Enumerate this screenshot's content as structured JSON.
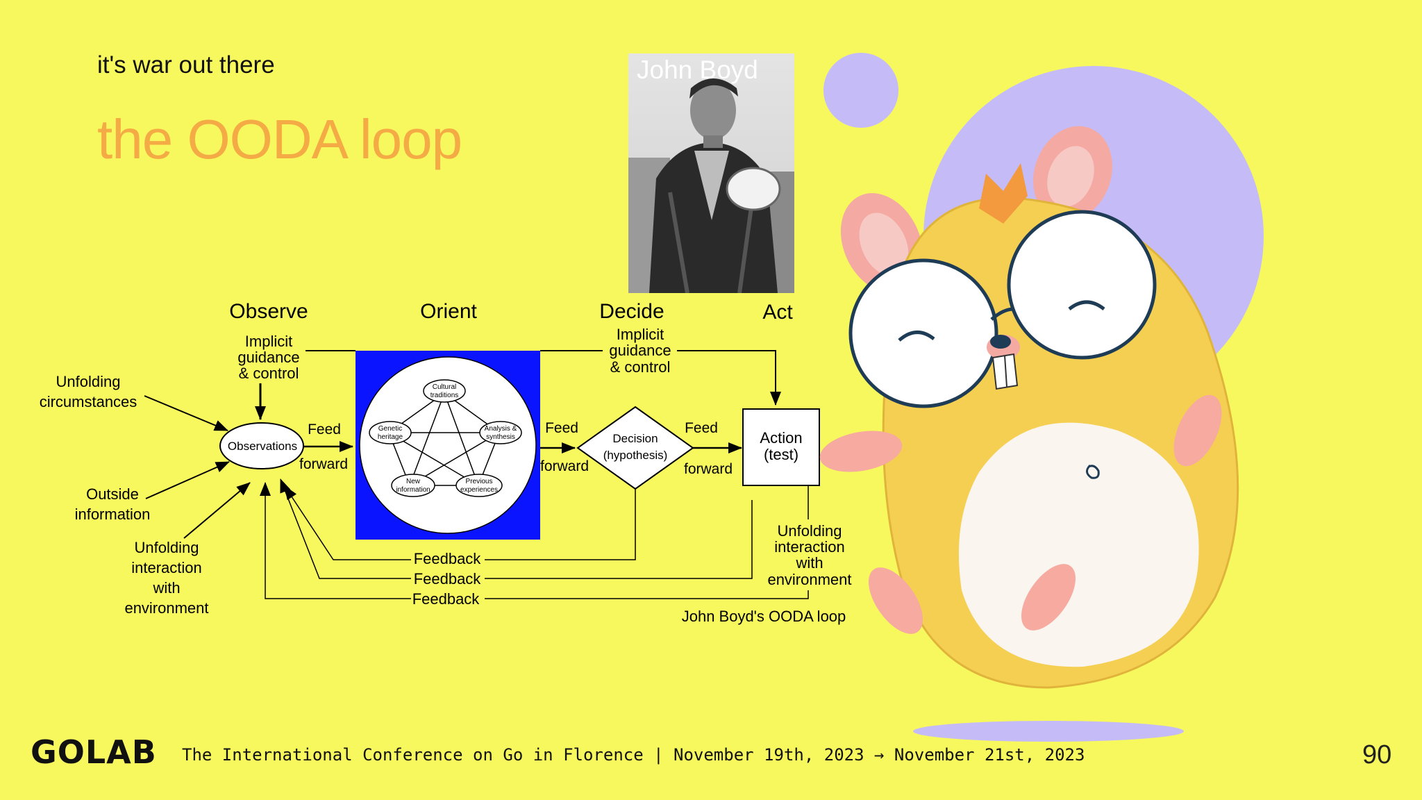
{
  "slide": {
    "subtitle": "it's war out there",
    "title": "the OODA loop",
    "page_number": "90"
  },
  "photo": {
    "caption": "John Boyd"
  },
  "diagram": {
    "phases": [
      "Observe",
      "Orient",
      "Decide",
      "Act"
    ],
    "implicit_guidance": [
      "Implicit",
      "guidance",
      "& control"
    ],
    "inputs": {
      "unfolding_circumstances": [
        "Unfolding",
        "circumstances"
      ],
      "outside_information": [
        "Outside",
        "information"
      ],
      "unfolding_interaction": [
        "Unfolding",
        "interaction",
        "with",
        "environment"
      ]
    },
    "observations": "Observations",
    "feed": "Feed",
    "forward": "forward",
    "orient_nodes": {
      "cultural": [
        "Cultural",
        "traditions"
      ],
      "genetic": [
        "Genetic",
        "heritage"
      ],
      "analysis": [
        "Analysis &",
        "synthesis"
      ],
      "new_info": [
        "New",
        "information"
      ],
      "previous": [
        "Previous",
        "experiences"
      ]
    },
    "decision": [
      "Decision",
      "(hypothesis)"
    ],
    "action": [
      "Action",
      "(test)"
    ],
    "interaction_right": [
      "Unfolding",
      "interaction",
      "with",
      "environment"
    ],
    "feedback": "Feedback",
    "caption": "John Boyd's OODA loop"
  },
  "footer": {
    "logo": "GOLAB",
    "text": "The International Conference on Go in Florence | November 19th, 2023 → November 21st, 2023"
  },
  "colors": {
    "background": "#f7f75e",
    "title": "#f5ab45",
    "orient_box": "#0a14ff",
    "accent_circle": "#c5bcf7"
  }
}
